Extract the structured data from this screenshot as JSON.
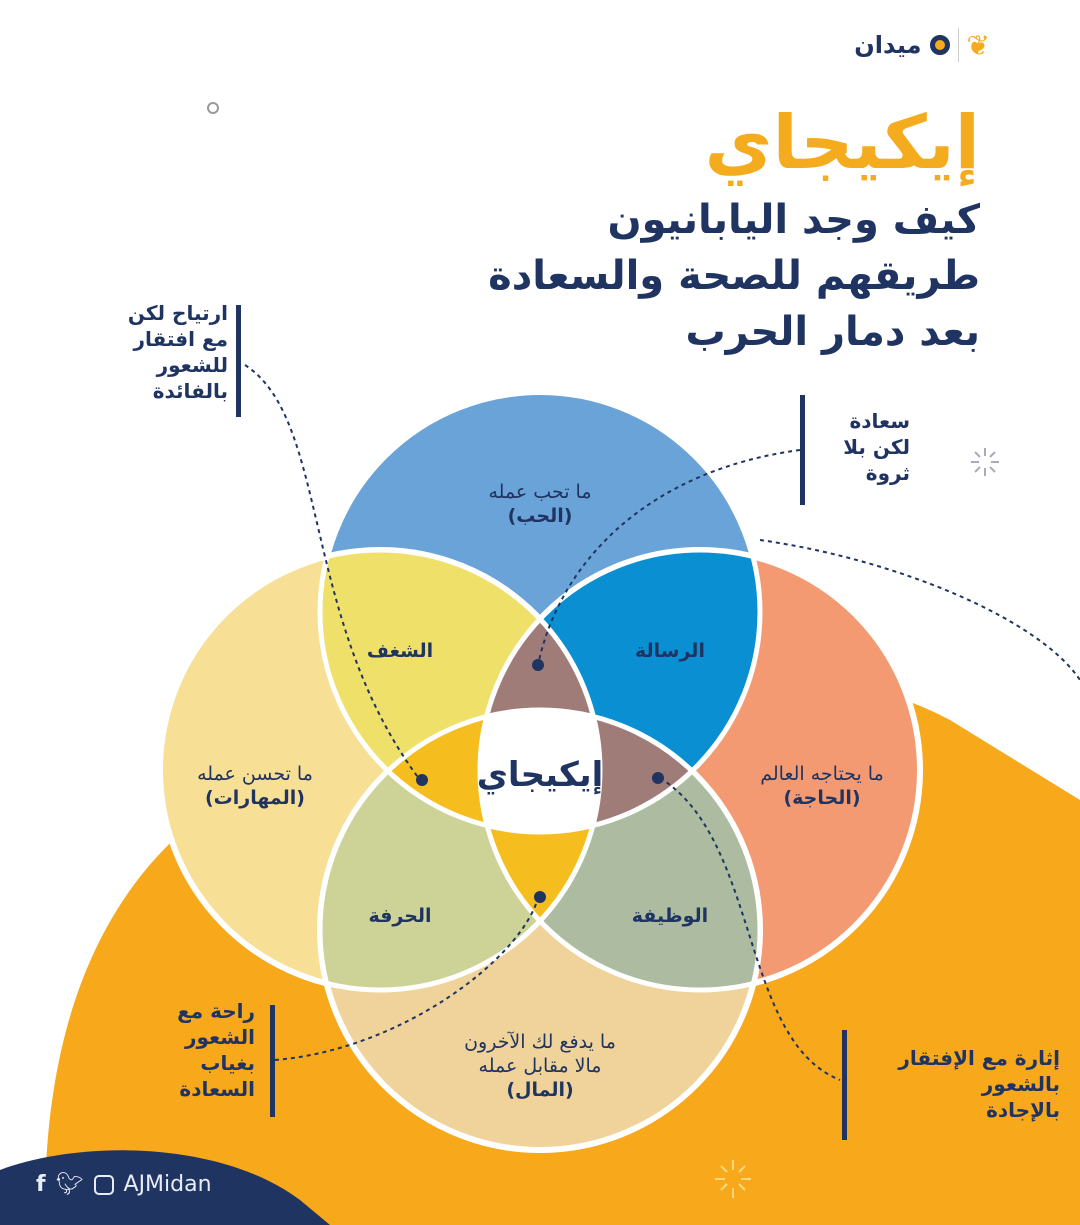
{
  "brand": {
    "name": "ميدان",
    "handle": "AJMidan"
  },
  "title": "إيكيجاي",
  "subtitle": [
    "كيف وجد اليابانيون",
    "طريقهم للصحة والسعادة",
    "بعد دمار الحرب"
  ],
  "circles": {
    "love": {
      "line": "ما تحب عمله",
      "name": "(الحب)"
    },
    "skills": {
      "line": "ما تحسن عمله",
      "name": "(المهارات)"
    },
    "need": {
      "line": "ما يحتاجه العالم",
      "name": "(الحاجة)"
    },
    "money": {
      "line1": "ما يدفع لك الآخرون",
      "line2": "مالا مقابل عمله",
      "name": "(المال)"
    }
  },
  "overlaps": {
    "passion": "الشغف",
    "mission": "الرسالة",
    "profession": "الحرفة",
    "vocation": "الوظيفة",
    "center": "إيكيجاي"
  },
  "notes": {
    "top_left": [
      "ارتياح لكن",
      "مع افتقار",
      "للشعور",
      "بالفائدة"
    ],
    "top_right": [
      "سعادة",
      "لكن بلا",
      "ثروة"
    ],
    "bottom_left": [
      "راحة مع",
      "الشعور",
      "بغياب",
      "السعادة"
    ],
    "bottom_right": [
      "إثارة مع الإفتقار",
      "بالشعور",
      "بالإجادة"
    ]
  },
  "colors": {
    "orange": "#f7a81b",
    "navy": "#1f3461",
    "love": "#6aa3d8",
    "skills": "#f7df95",
    "need": "#f49a72",
    "money": "#efd39a"
  }
}
